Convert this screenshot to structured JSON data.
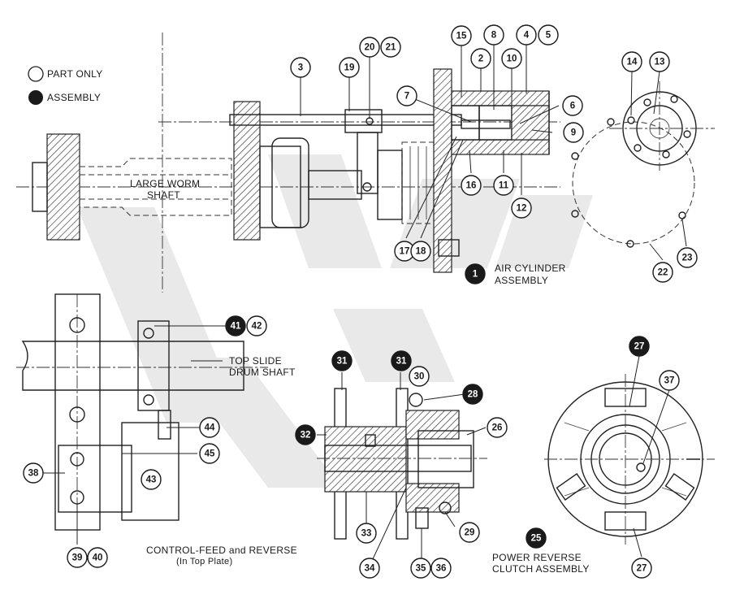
{
  "legend": {
    "part_only": "PART ONLY",
    "assembly": "ASSEMBLY"
  },
  "labels": {
    "large_worm_shaft": [
      "LARGE WORM",
      "SHAFT"
    ],
    "top_slide_drum_shaft": [
      "TOP SLIDE",
      "DRUM SHAFT"
    ],
    "air_cylinder_assembly": [
      "AIR CYLINDER",
      "ASSEMBLY"
    ],
    "control_feed": [
      "CONTROL-FEED and REVERSE",
      "(In Top Plate)"
    ],
    "power_reverse": [
      "POWER REVERSE",
      "CLUTCH ASSEMBLY"
    ]
  },
  "callouts": [
    {
      "n": "1",
      "type": "assembly"
    },
    {
      "n": "3",
      "type": "part"
    },
    {
      "n": "4",
      "type": "part"
    },
    {
      "n": "5",
      "type": "part"
    },
    {
      "n": "6",
      "type": "part"
    },
    {
      "n": "7",
      "type": "part"
    },
    {
      "n": "8",
      "type": "part"
    },
    {
      "n": "9",
      "type": "part"
    },
    {
      "n": "10",
      "type": "part"
    },
    {
      "n": "11",
      "type": "part"
    },
    {
      "n": "12",
      "type": "part"
    },
    {
      "n": "13",
      "type": "part"
    },
    {
      "n": "14",
      "type": "part"
    },
    {
      "n": "15",
      "type": "part"
    },
    {
      "n": "16",
      "type": "part"
    },
    {
      "n": "17",
      "type": "part"
    },
    {
      "n": "18",
      "type": "part"
    },
    {
      "n": "19",
      "type": "part"
    },
    {
      "n": "20",
      "type": "part"
    },
    {
      "n": "21",
      "type": "part"
    },
    {
      "n": "2",
      "type": "part"
    },
    {
      "n": "22",
      "type": "part"
    },
    {
      "n": "23",
      "type": "part"
    },
    {
      "n": "25",
      "type": "assembly"
    },
    {
      "n": "26",
      "type": "part"
    },
    {
      "n": "27",
      "type": "assembly"
    },
    {
      "n": "27",
      "type": "part"
    },
    {
      "n": "28",
      "type": "assembly"
    },
    {
      "n": "29",
      "type": "part"
    },
    {
      "n": "30",
      "type": "part"
    },
    {
      "n": "31",
      "type": "assembly"
    },
    {
      "n": "31",
      "type": "assembly"
    },
    {
      "n": "32",
      "type": "assembly"
    },
    {
      "n": "33",
      "type": "part"
    },
    {
      "n": "34",
      "type": "part"
    },
    {
      "n": "35",
      "type": "part"
    },
    {
      "n": "36",
      "type": "part"
    },
    {
      "n": "37",
      "type": "part"
    },
    {
      "n": "38",
      "type": "part"
    },
    {
      "n": "39",
      "type": "part"
    },
    {
      "n": "40",
      "type": "part"
    },
    {
      "n": "41",
      "type": "assembly"
    },
    {
      "n": "42",
      "type": "part"
    },
    {
      "n": "43",
      "type": "part"
    },
    {
      "n": "44",
      "type": "part"
    },
    {
      "n": "45",
      "type": "part"
    }
  ],
  "colors": {
    "ink": "#1a1a1a",
    "assembly_fill": "#1a1a1a",
    "part_fill": "#ffffff",
    "watermark": "#e9e9e9"
  }
}
